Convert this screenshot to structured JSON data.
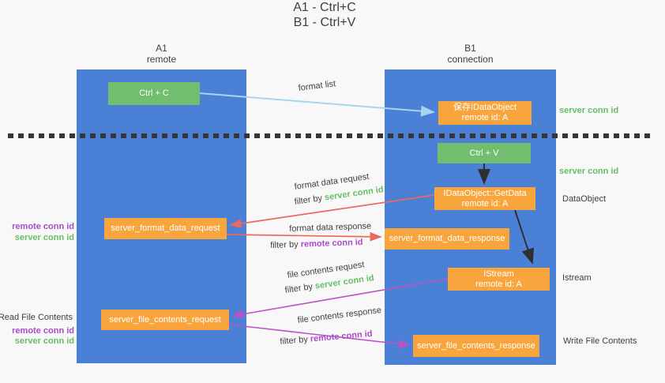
{
  "title": {
    "line1": "A1 - Ctrl+C",
    "line2": "B1 - Ctrl+V"
  },
  "lanes": {
    "a": {
      "name": "A1",
      "subtitle": "remote"
    },
    "b": {
      "name": "B1",
      "subtitle": "connection"
    }
  },
  "boxes": {
    "ctrl_c": {
      "label": "Ctrl + C"
    },
    "save_dataobject": {
      "line1": "保存IDataObject",
      "line2": "remote id: A"
    },
    "ctrl_v": {
      "label": "Ctrl + V"
    },
    "getdata": {
      "line1": "IDataObject::GetData",
      "line2": "remote id: A"
    },
    "format_request": {
      "label": "server_format_data_request"
    },
    "format_response": {
      "label": "server_format_data_response"
    },
    "istream": {
      "line1": "IStream",
      "line2": "remote id: A"
    },
    "file_request": {
      "label": "server_file_contents_request"
    },
    "file_response": {
      "label": "server_file_contents_response"
    }
  },
  "flow_labels": {
    "format_list": "format list",
    "format_data_request": "format data request",
    "format_data_response": "format data response",
    "file_contents_request": "file contents request",
    "file_contents_response": "file contents response",
    "filter_by": "filter by",
    "server_conn_id": "server conn id",
    "remote_conn_id": "remote conn id"
  },
  "side_labels": {
    "server_conn_id_top": "server conn id",
    "server_conn_id_mid": "server conn id",
    "dataobject": "DataObject",
    "istream": "Istream",
    "read_file_contents": "Read File Contents",
    "write_file_contents": "Write File Contents",
    "remote_conn_id": "remote conn id",
    "server_conn_id": "server conn id"
  },
  "colors": {
    "lane_blue": "#4a81d6",
    "box_green": "#70be6e",
    "box_orange": "#f9a53d",
    "arrow_light_blue": "#a8d4f0",
    "arrow_red": "#ec685e",
    "arrow_purple": "#bd52c3",
    "arrow_black": "#2f2f2f",
    "text_green": "#67bd67",
    "text_purple": "#a84bc8",
    "text_dark": "#3f3f3f"
  }
}
